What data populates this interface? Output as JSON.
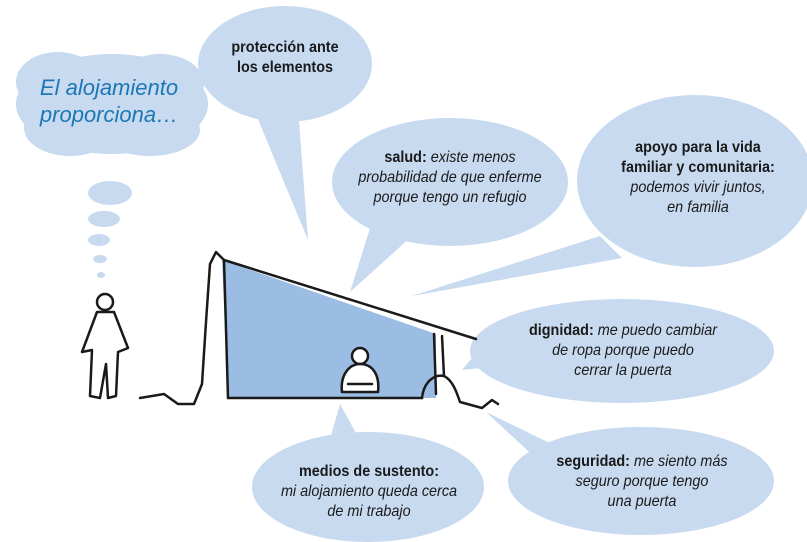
{
  "colors": {
    "bubble": "#c8daef",
    "shelter_fill": "#9bbce3",
    "thought_text": "#1c77b5",
    "ink": "#1a1a1a"
  },
  "thought": {
    "line1": "El alojamiento",
    "line2": "proporciona…"
  },
  "bubbles": {
    "protection": {
      "line1": "protección ante",
      "line2": "los elementos"
    },
    "health": {
      "lead": "salud:",
      "line1": "existe menos",
      "line2": "probabilidad de que enferme",
      "line3": "porque tengo un refugio"
    },
    "family": {
      "line1": "apoyo para la vida",
      "line2": "familiar y comunitaria:",
      "line3": "podemos vivir juntos,",
      "line4": "en familia"
    },
    "dignity": {
      "lead": "dignidad:",
      "line1": "me puedo cambiar",
      "line2": "de ropa porque puedo",
      "line3": "cerrar la puerta"
    },
    "security": {
      "lead": "seguridad:",
      "line1": "me siento más",
      "line2": "seguro porque tengo",
      "line3": "una puerta"
    },
    "livelihood": {
      "line1": "medios de sustento:",
      "line2": "mi alojamiento queda cerca",
      "line3": "de mi trabajo"
    }
  }
}
